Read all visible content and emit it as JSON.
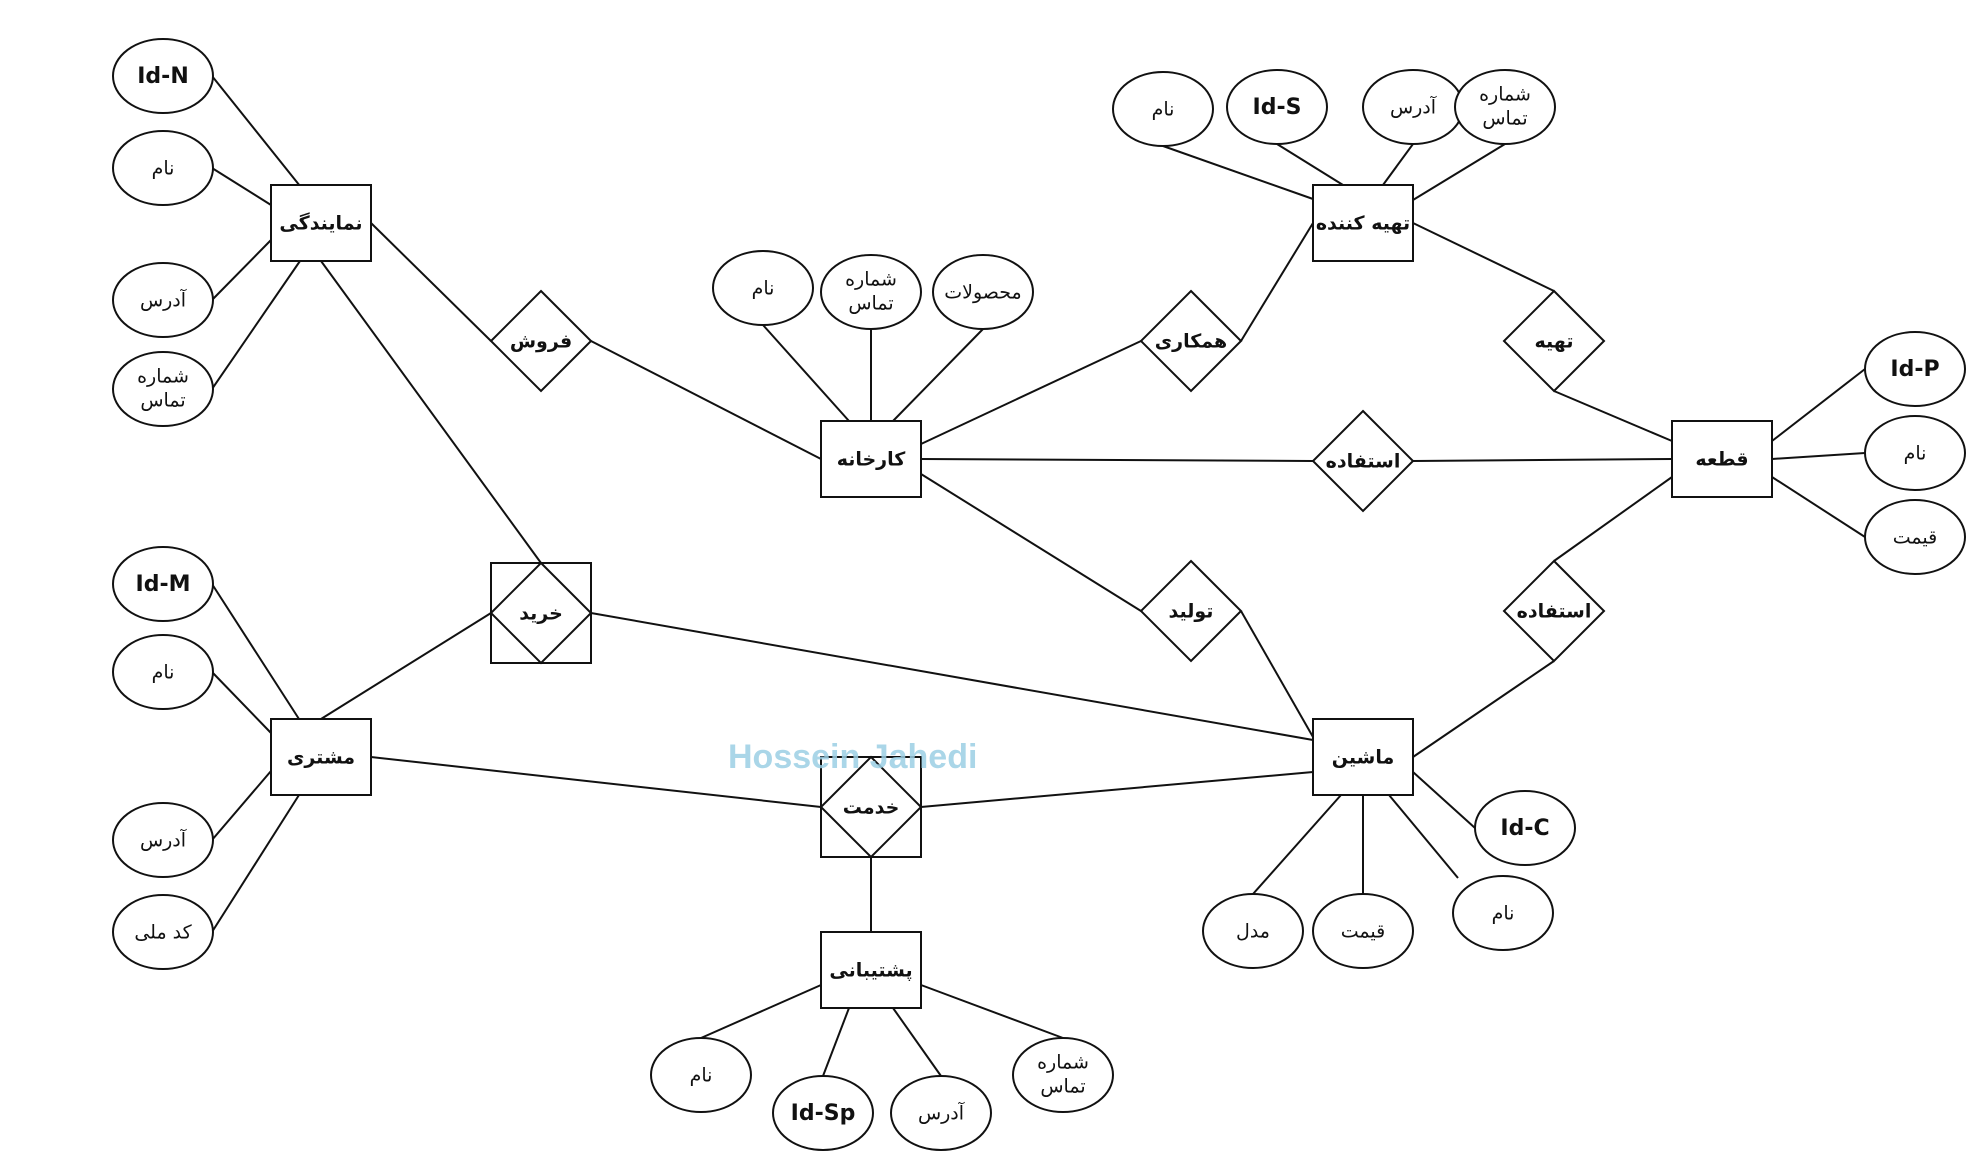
{
  "watermark": "Hossein Jahedi",
  "entities": [
    {
      "id": "namayandegi",
      "label": "نمایندگی"
    },
    {
      "id": "tahie_konande",
      "label": "تهیه کننده"
    },
    {
      "id": "karkhane",
      "label": "کارخانه"
    },
    {
      "id": "ghate",
      "label": "قطعه"
    },
    {
      "id": "moshtari",
      "label": "مشتری"
    },
    {
      "id": "mashin",
      "label": "ماشین"
    },
    {
      "id": "poshtibani",
      "label": "پشتیبانی"
    }
  ],
  "relationships": [
    {
      "id": "forush",
      "label": "فروش",
      "weak": false
    },
    {
      "id": "hamkari",
      "label": "همکاری",
      "weak": false
    },
    {
      "id": "tahie",
      "label": "تهیه",
      "weak": false
    },
    {
      "id": "estefade1",
      "label": "استفاده",
      "weak": false
    },
    {
      "id": "kharid",
      "label": "خرید",
      "weak": true
    },
    {
      "id": "tolid",
      "label": "تولید",
      "weak": false
    },
    {
      "id": "estefade2",
      "label": "استفاده",
      "weak": false
    },
    {
      "id": "khedmat",
      "label": "خدمت",
      "weak": true
    }
  ],
  "attributes": [
    {
      "id": "a_idn",
      "lines": [
        "Id-N"
      ],
      "key": true
    },
    {
      "id": "a_nam1",
      "lines": [
        "نام"
      ],
      "key": false
    },
    {
      "id": "a_adres1",
      "lines": [
        "آدرس"
      ],
      "key": false
    },
    {
      "id": "a_tel1",
      "lines": [
        "شماره",
        "تماس"
      ],
      "key": false
    },
    {
      "id": "a_nam_s",
      "lines": [
        "نام"
      ],
      "key": false
    },
    {
      "id": "a_ids",
      "lines": [
        "Id-S"
      ],
      "key": true
    },
    {
      "id": "a_adres_s",
      "lines": [
        "آدرس"
      ],
      "key": false
    },
    {
      "id": "a_tel_s",
      "lines": [
        "شماره",
        "تماس"
      ],
      "key": false
    },
    {
      "id": "a_nam_k",
      "lines": [
        "نام"
      ],
      "key": false
    },
    {
      "id": "a_tel_k",
      "lines": [
        "شماره",
        "تماس"
      ],
      "key": false
    },
    {
      "id": "a_mahsulat",
      "lines": [
        "محصولات"
      ],
      "key": false
    },
    {
      "id": "a_idp",
      "lines": [
        "Id-P"
      ],
      "key": true
    },
    {
      "id": "a_nam_p",
      "lines": [
        "نام"
      ],
      "key": false
    },
    {
      "id": "a_gheymat_p",
      "lines": [
        "قیمت"
      ],
      "key": false
    },
    {
      "id": "a_idm",
      "lines": [
        "Id-M"
      ],
      "key": true
    },
    {
      "id": "a_nam_m",
      "lines": [
        "نام"
      ],
      "key": false
    },
    {
      "id": "a_adres_m",
      "lines": [
        "آدرس"
      ],
      "key": false
    },
    {
      "id": "a_kodmelli",
      "lines": [
        "کد ملی"
      ],
      "key": false
    },
    {
      "id": "a_idc",
      "lines": [
        "Id-C"
      ],
      "key": true
    },
    {
      "id": "a_nam_c",
      "lines": [
        "نام"
      ],
      "key": false
    },
    {
      "id": "a_gheymat_c",
      "lines": [
        "قیمت"
      ],
      "key": false
    },
    {
      "id": "a_model",
      "lines": [
        "مدل"
      ],
      "key": false
    },
    {
      "id": "a_nam_sp",
      "lines": [
        "نام"
      ],
      "key": false
    },
    {
      "id": "a_idsp",
      "lines": [
        "Id-Sp"
      ],
      "key": true
    },
    {
      "id": "a_adres_sp",
      "lines": [
        "آدرس"
      ],
      "key": false
    },
    {
      "id": "a_tel_sp",
      "lines": [
        "شماره",
        "تماس"
      ],
      "key": false
    }
  ]
}
